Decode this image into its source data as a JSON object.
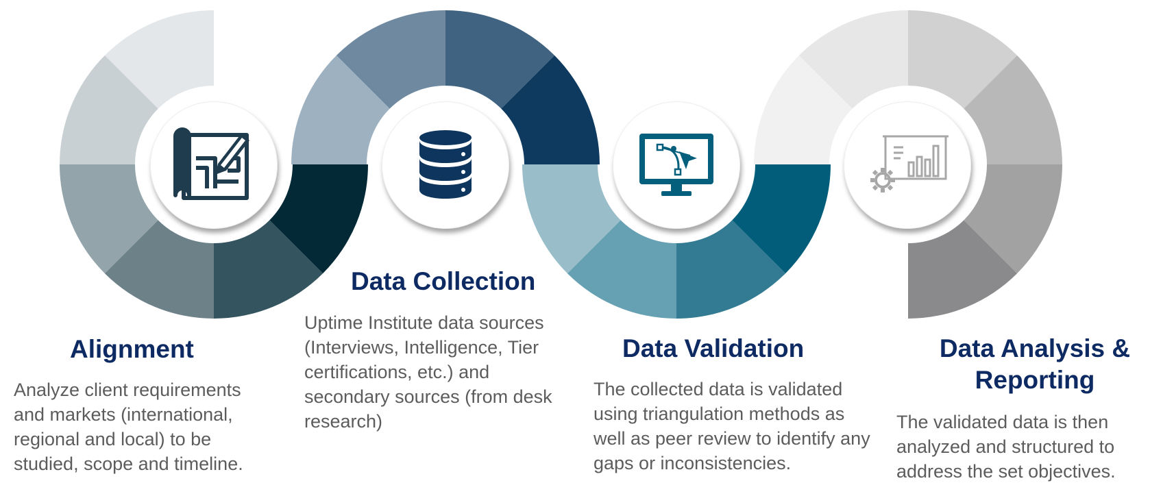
{
  "stages": [
    {
      "title": "Alignment",
      "description": "Analyze client requirements and markets (international, regional and local) to be studied, scope and timeline.",
      "icon": "blueprint-icon",
      "colors": [
        "#e3e7ea",
        "#c9d0d4",
        "#93a4ab",
        "#6d8189",
        "#34545f",
        "#032836"
      ]
    },
    {
      "title": "Data Collection",
      "description": "Uptime Institute data sources (Interviews, Intelligence, Tier certifications, etc.) and secondary sources (from desk research)",
      "icon": "database-icon",
      "colors": [
        "#9eb1c0",
        "#6f8aa0",
        "#3f6380",
        "#0e3a5f"
      ]
    },
    {
      "title": "Data Validation",
      "description": "The collected data is validated using triangulation methods as well as peer review to identify any gaps or inconsistencies.",
      "icon": "monitor-vector-icon",
      "colors": [
        "#9abdca",
        "#65a0b3",
        "#327b93",
        "#025d7b"
      ]
    },
    {
      "title": "Data Analysis & Reporting",
      "description": "The validated data is then analyzed and structured to address the set objectives.",
      "icon": "presentation-chart-icon",
      "colors": [
        "#f1f1f1",
        "#e7e7e7",
        "#d1d1d1",
        "#b8b8b8",
        "#a2a2a2",
        "#8a8a8c"
      ]
    }
  ],
  "colors": {
    "title": "#0d2a63",
    "text": "#5c5c5c",
    "icon_dark": "#1e3c4d",
    "icon_navy": "#0d355d",
    "icon_teal": "#045f7d",
    "icon_gray": "#a7a7a7"
  }
}
